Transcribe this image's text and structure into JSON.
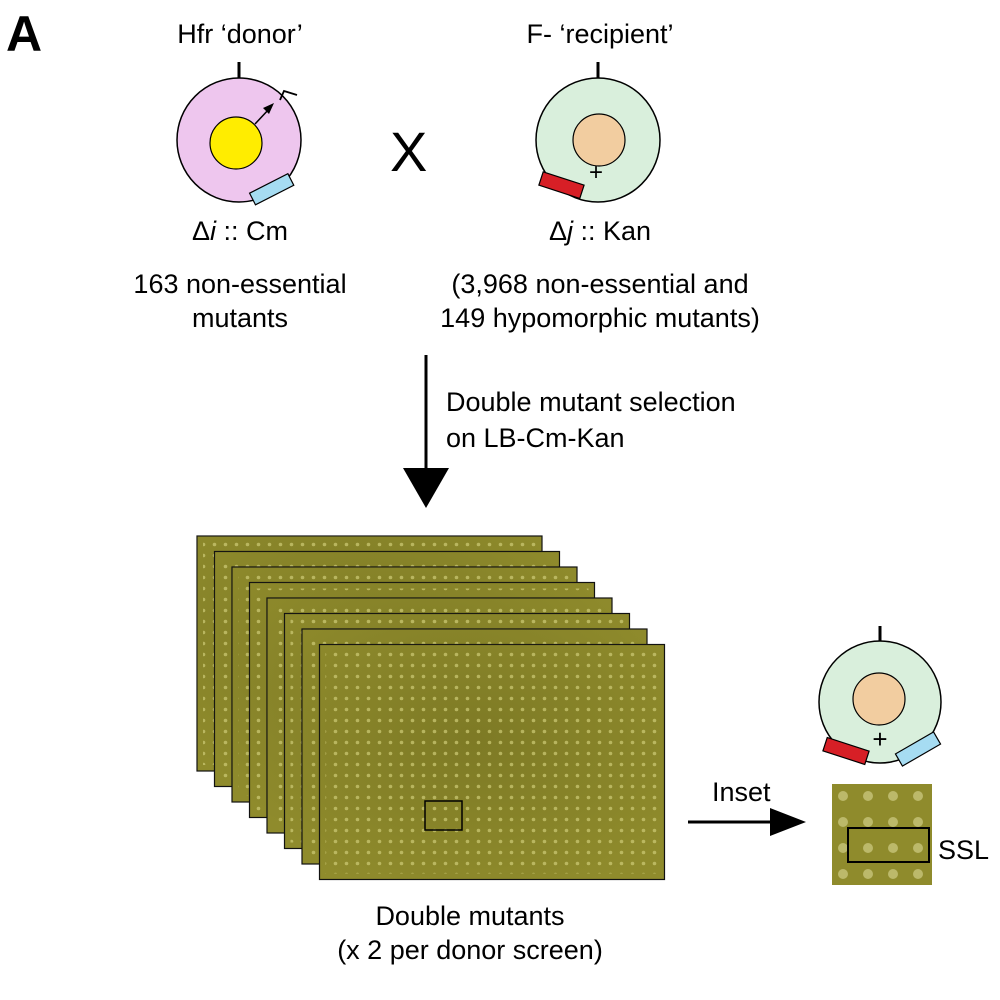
{
  "panel_letter": "A",
  "donor": {
    "title": "Hfr ‘donor’",
    "genotype_symbol": "Δ",
    "genotype_gene": "i",
    "genotype_marker": ":: Cm",
    "description_line1": "163 non-essential",
    "description_line2": "mutants",
    "cell_color": "#eec6ee",
    "nucleus_color": "#ffed00",
    "marker_color": "#a6dcf2"
  },
  "cross_symbol": "X",
  "recipient": {
    "title": "F- ‘recipient’",
    "genotype_symbol": "Δ",
    "genotype_gene": "j",
    "genotype_marker": ":: Kan",
    "description_line1": "(3,968 non-essential and",
    "description_line2": "149 hypomorphic mutants)",
    "plus_sign": "+",
    "cell_color": "#d9efdc",
    "nucleus_color": "#f2cda0",
    "marker_color": "#d71f26"
  },
  "selection": {
    "line1": "Double mutant selection",
    "line2": "on LB-Cm-Kan"
  },
  "plates": {
    "count": 8,
    "plate_color": "#8f8b2c",
    "caption_line1": "Double mutants",
    "caption_line2": "(x 2 per donor screen)"
  },
  "inset": {
    "label": "Inset",
    "ssl_label": "SSL",
    "plus_sign": "+"
  }
}
